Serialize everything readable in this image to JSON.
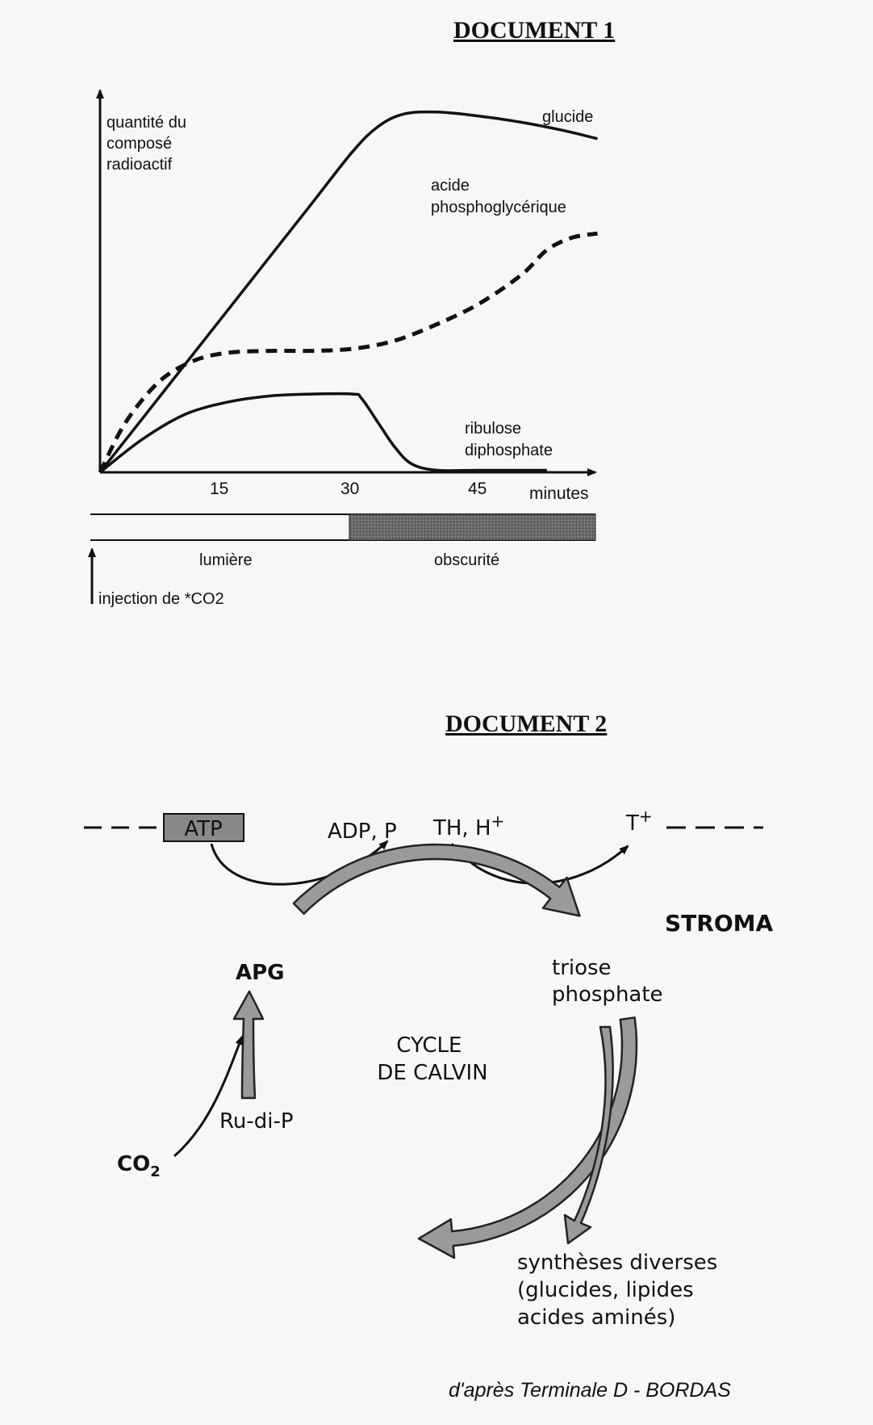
{
  "document1": {
    "title": "DOCUMENT 1",
    "chart_data": {
      "type": "line",
      "ylabel": [
        "quantité du",
        "composé",
        "radioactif"
      ],
      "xlabel": "minutes",
      "x_ticks": [
        "15",
        "30",
        "45"
      ],
      "xlim": [
        0,
        60
      ],
      "series": [
        {
          "name": "glucide",
          "style": "solid",
          "points": [
            [
              0,
              0
            ],
            [
              5,
              13
            ],
            [
              10,
              26
            ],
            [
              15,
              39
            ],
            [
              20,
              52
            ],
            [
              25,
              65
            ],
            [
              30,
              78
            ],
            [
              33,
              84
            ],
            [
              36,
              87
            ],
            [
              40,
              87.5
            ],
            [
              45,
              86.5
            ],
            [
              50,
              85
            ],
            [
              55,
              83
            ],
            [
              59,
              81
            ]
          ]
        },
        {
          "name": "acide phosphoglycérique",
          "style": "dashed",
          "points": [
            [
              0,
              0
            ],
            [
              3,
              12
            ],
            [
              7,
              22
            ],
            [
              11,
              27
            ],
            [
              15,
              29
            ],
            [
              20,
              29.5
            ],
            [
              25,
              29.5
            ],
            [
              30,
              30
            ],
            [
              35,
              32
            ],
            [
              40,
              36
            ],
            [
              45,
              41
            ],
            [
              50,
              48
            ],
            [
              53,
              54
            ],
            [
              56,
              57
            ],
            [
              59,
              58
            ]
          ]
        },
        {
          "name": "ribulose diphosphate",
          "style": "solid",
          "points": [
            [
              0,
              0
            ],
            [
              5,
              8
            ],
            [
              10,
              14
            ],
            [
              15,
              17
            ],
            [
              20,
              18.5
            ],
            [
              25,
              19
            ],
            [
              30,
              19
            ],
            [
              31,
              18
            ],
            [
              33,
              12
            ],
            [
              35,
              6
            ],
            [
              37,
              2
            ],
            [
              40,
              0.5
            ],
            [
              45,
              0.5
            ],
            [
              53,
              0.5
            ]
          ]
        }
      ],
      "series_labels": {
        "glucide": [
          "glucide"
        ],
        "apg": [
          "acide",
          "phosphoglycérique"
        ],
        "rudp": [
          "ribulose",
          "diphosphate"
        ]
      },
      "phases": [
        {
          "label": "lumière",
          "from": 0,
          "to": 30
        },
        {
          "label": "obscurité",
          "from": 30,
          "to": 60
        }
      ],
      "injection_label": "injection de *CO2"
    }
  },
  "document2": {
    "title": "DOCUMENT 2",
    "atp": "ATP",
    "adp_p": "ADP, P",
    "th_h": "TH, H",
    "h_sup": "+",
    "t": "T",
    "t_sup": "+",
    "stroma": "STROMA",
    "apg": "APG",
    "triose": [
      "triose",
      "phosphate"
    ],
    "cycle": [
      "CYCLE",
      "DE CALVIN"
    ],
    "rudip": "Ru-di-P",
    "co2": "CO",
    "co2_sub": "2",
    "syntheses": [
      "synthèses diverses",
      "(glucides, lipides",
      "acides aminés)"
    ]
  },
  "credit": "d'après Terminale D - BORDAS"
}
